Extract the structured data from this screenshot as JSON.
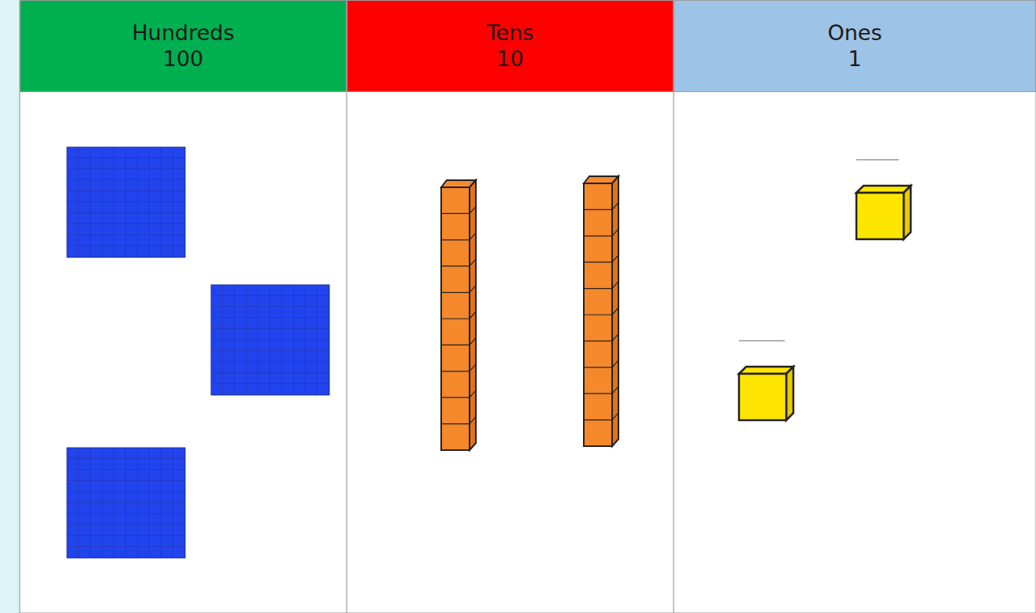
{
  "diagram": {
    "nodes": [
      {
        "text": [
          "Hundreds",
          "100"
        ]
      },
      {
        "text": [
          "Tens",
          "10"
        ]
      },
      {
        "text": [
          "Ones",
          "1"
        ]
      }
    ]
  }
}
